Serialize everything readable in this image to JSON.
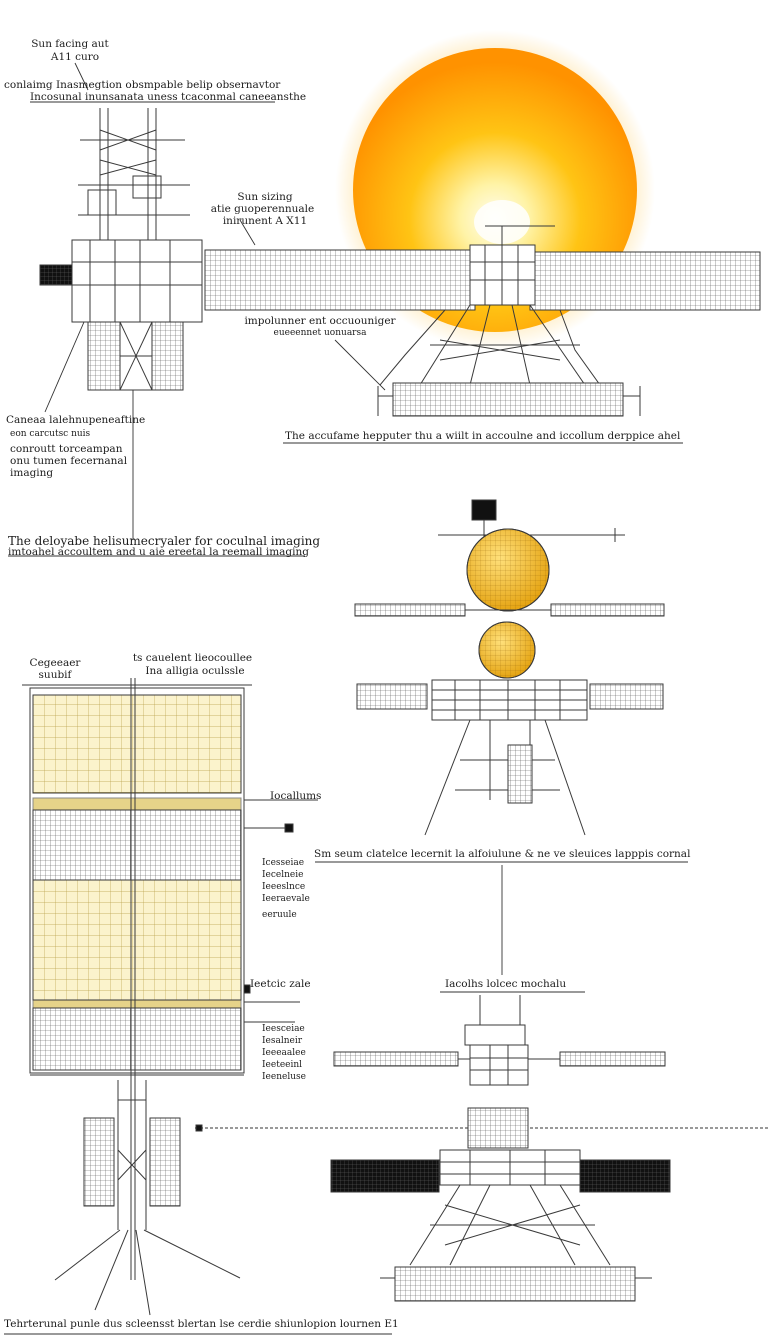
{
  "labels": {
    "top_title_1": "Sun facing aut",
    "top_title_2": "A11 curo",
    "top_caption_1": "conlaimg Inasmegtion obsmpable belip obsernavtor",
    "top_caption_2": "Incosunal  inunsanata uness tcaconmal  caneeansthe",
    "sun_sizing_1": "Sun sizing",
    "sun_sizing_2": "atie guoperennuale",
    "sun_sizing_3": "inirunent A X11",
    "implunner_1": "impolunner ent occuouniger",
    "implunner_2": "eueeennet uonuarsa",
    "caption_right_1": "The accufame hepputer thu a wiilt in accoulne and iccollum derppice ahel",
    "left_block_1": "Caneaa lalehnupeneaftine",
    "left_block_2": "eon carcutsc nuis",
    "left_block_3": "conroutt torceampan",
    "left_block_4": "onu tumen  fecernanal",
    "left_block_5": "imaging",
    "deploy_1": "The deloyabe helisumecryaler for coculnal imaging",
    "deploy_2": "imtoahel accoultem and u aie ereetal la reemall imaging",
    "tower_label_1": "Cegeeaer",
    "tower_label_2": "suubif",
    "tower_top_1": "ts cauelent lieocoullee",
    "tower_top_2": "Ina alligia oculssle",
    "side_1": "Iocallums",
    "side_2": "Ieetcic zale",
    "mid_caption": "Sm seum clatelce lecernit la alfoiulune & ne ve sleuices lapppis cornal",
    "lower_label": "Iacolhs lolcec mochalu",
    "bottom_caption": "Tehrterunal  punle  dus  scleensst  blertan  lse  cerdie  shiunlopion  lournen  E1",
    "side_note_1": "Icesseiae",
    "side_note_2": "Iecelneie",
    "side_note_3": "Ieeeslnce",
    "side_note_4": "Ieeraevale",
    "side_note_5": "eeruule",
    "side_note_6": "Ieesceiae",
    "side_note_7": "Iesalneir",
    "side_note_8": "Ieeeaalee",
    "side_note_9": "Ieeteeinl",
    "side_note_10": "Ieeneluse"
  },
  "colors": {
    "sun_core": "#fff8d0",
    "sun_mid": "#ffd21a",
    "sun_edge": "#ff9a00",
    "sphere": "#f2b825",
    "panel_fill": "#fbf3cc",
    "panel_band": "#d7b63c",
    "dark_panel": "#111111",
    "line": "#3a3a3a"
  }
}
